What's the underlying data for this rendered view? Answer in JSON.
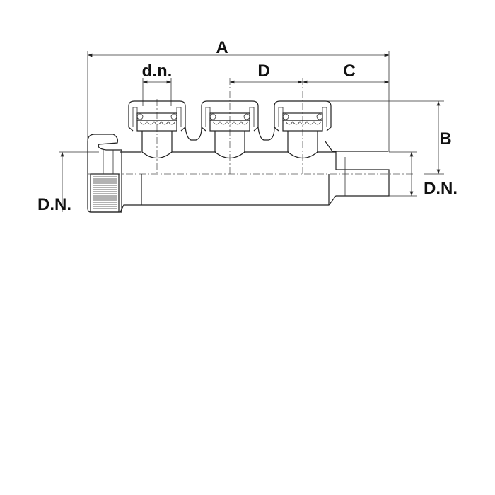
{
  "diagram": {
    "labels": {
      "overall_length": "A",
      "port_spacing": "D",
      "end_offset": "C",
      "height": "B",
      "port_diameter": "d.n.",
      "inlet_diameter": "D.N.",
      "outlet_diameter": "D.N."
    },
    "port_count": 3,
    "colors": {
      "line": "#222222",
      "background": "#ffffff"
    }
  }
}
